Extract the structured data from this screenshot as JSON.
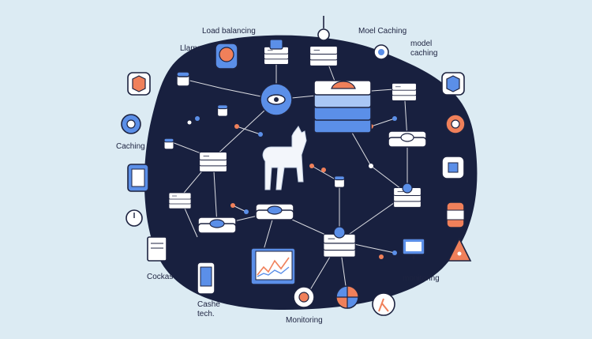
{
  "labels": {
    "load_balancing": "Load balancing",
    "moel_caching": "Moel Caching",
    "llama": "Llama",
    "model_caching": "model\ncaching",
    "caching": "Caching",
    "cockas": "Cockas",
    "cashe_tech": "Cashe\ntech.",
    "monitoring_right": "monitoring",
    "monitoring_bottom": "Monitoring"
  },
  "colors": {
    "background": "#dcebf3",
    "blob": "#18203f",
    "outline": "#1d2340",
    "white": "#ffffff",
    "accent_orange": "#f0805a",
    "accent_blue": "#5b8fe8",
    "light_blue": "#a9c7f5",
    "llama": "#f3f6fb"
  }
}
